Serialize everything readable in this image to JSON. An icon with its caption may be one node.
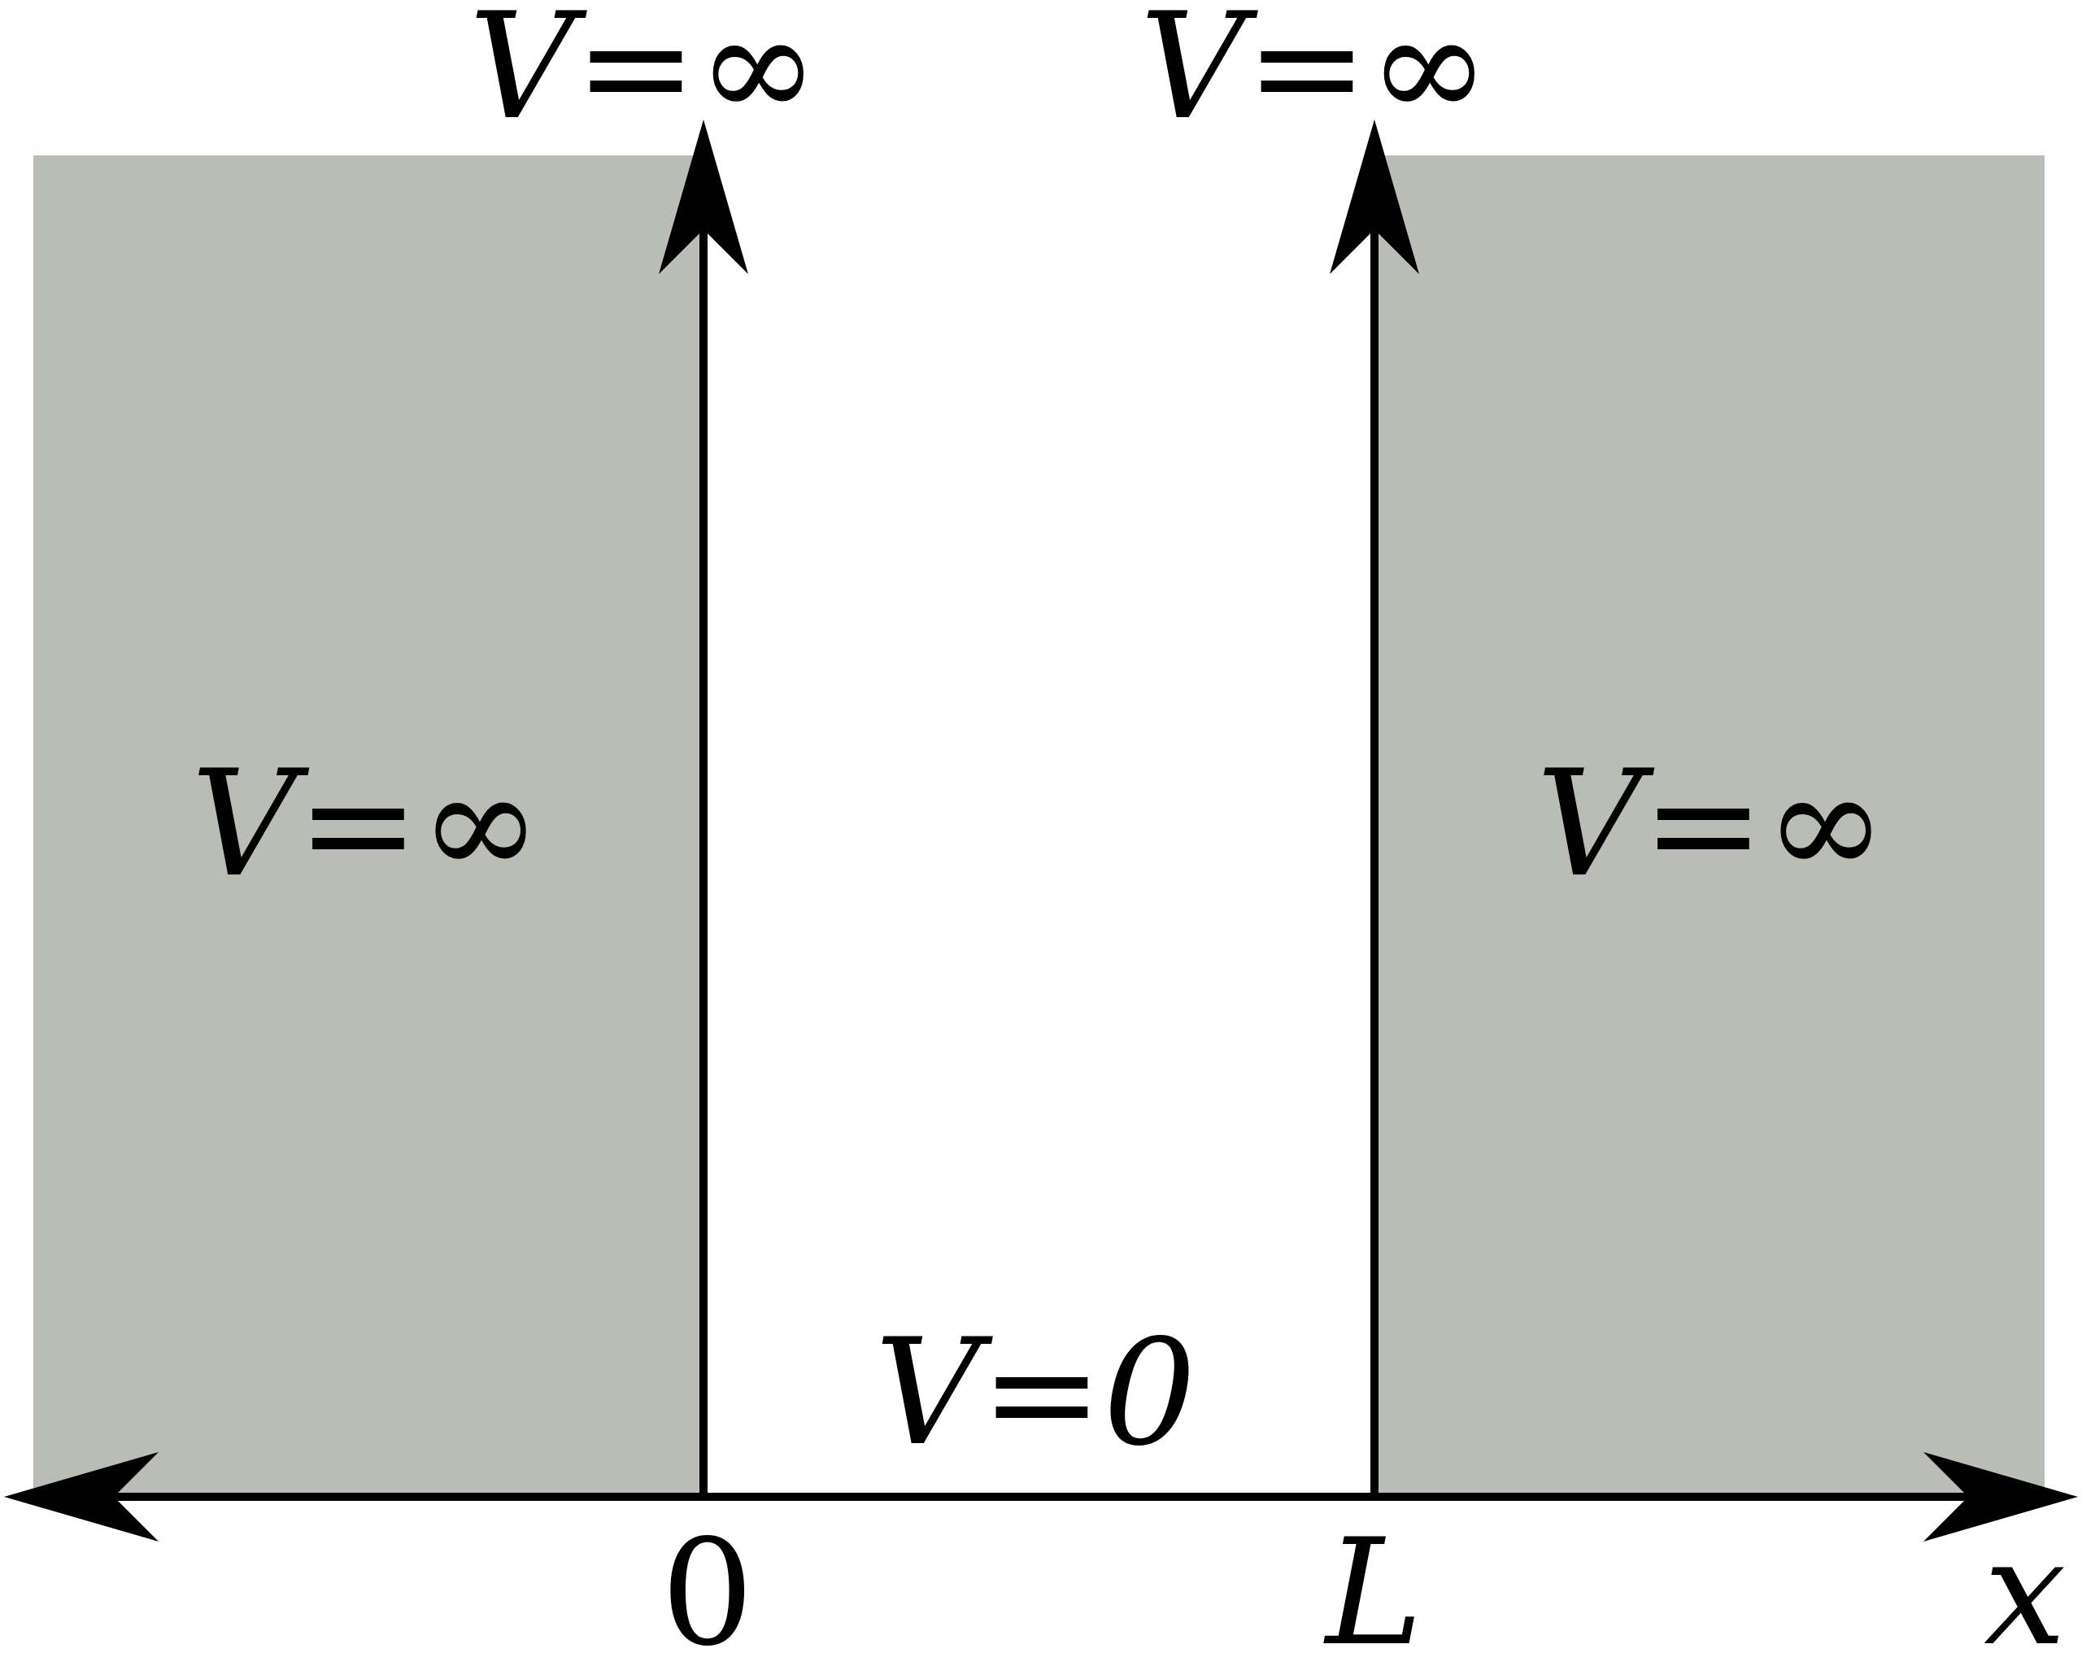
{
  "diagram": {
    "nodes": [
      {
        "text": [
          "*V*=∞"
        ]
      },
      {
        "text": [
          "*V*=∞"
        ]
      }
    ],
    "edges": [],
    "labels": [
      "*V*=∞",
      "*V*=∞",
      "*V*=*0*",
      "0",
      "L",
      "x"
    ]
  }
}
